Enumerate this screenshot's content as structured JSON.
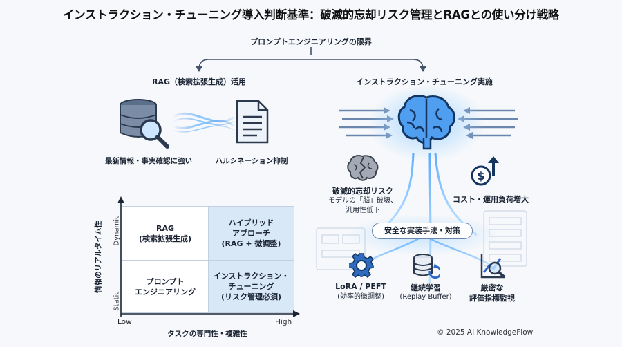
{
  "title": "インストラクション・チューニング導入判断基準：破滅的忘却リスク管理とRAGとの使い分け戦略",
  "top_label": "プロンプトエンジニアリングの限界",
  "rag": {
    "heading": "RAG（検索拡張生成）活用",
    "left_caption": "最新情報・事実確認に強い",
    "right_caption": "ハルシネーション抑制"
  },
  "tuning": {
    "heading": "インストラクション・チューニング実施",
    "risk_title": "破滅的忘却リスク",
    "risk_desc_1": "モデルの「脳」破壊、",
    "risk_desc_2": "汎用性低下",
    "cost_label": "コスト・運用負荷増大",
    "safe_label": "安全な実装手法・対策",
    "methods": [
      {
        "title": "LoRA / PEFT",
        "desc": "(効率的微調整)"
      },
      {
        "title": "継続学習",
        "desc": "(Replay Buffer)"
      },
      {
        "title": "厳密な",
        "desc": "評価指標監視"
      }
    ]
  },
  "matrix": {
    "y_axis_label": "情報のリアルタイム性",
    "y_high": "Dynamic",
    "y_low": "Static",
    "x_axis_label": "タスクの専門性・複雑性",
    "x_low": "Low",
    "x_high": "High",
    "q_top_left": [
      "RAG",
      "(検索拡張生成)"
    ],
    "q_top_right": [
      "ハイブリッド",
      "アプローチ",
      "(RAG + 微調整)"
    ],
    "q_bottom_left": [
      "プロンプト",
      "エンジニアリング"
    ],
    "q_bottom_right": [
      "インストラクション・",
      "チューニング",
      "(リスク管理必須)"
    ]
  },
  "copyright": "© 2025 AI KnowledgeFlow",
  "colors": {
    "accent_blue": "#2f7de0",
    "glow": "#7fc4ff",
    "quad_light": "#ffffff",
    "quad_tint": "#d9e8f7",
    "line": "#44546b"
  },
  "icons": [
    "database-search-icon",
    "document-icon",
    "brain-icon",
    "broken-brain-icon",
    "dollar-up-icon",
    "gear-icon",
    "database-refresh-icon",
    "chart-search-icon"
  ]
}
